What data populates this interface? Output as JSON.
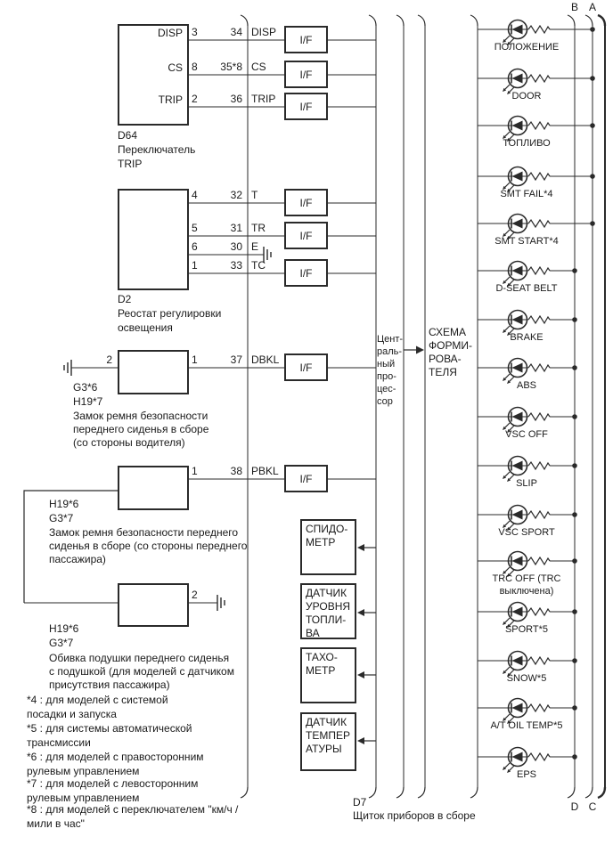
{
  "if_label": "I/F",
  "wire_rows": [
    {
      "pin": "3",
      "wire": "34",
      "signal": "DISP"
    },
    {
      "pin": "8",
      "wire": "35*8",
      "signal": "CS"
    },
    {
      "pin": "2",
      "wire": "36",
      "signal": "TRIP"
    },
    {
      "pin": "4",
      "wire": "32",
      "signal": "T"
    },
    {
      "pin": "5",
      "wire": "31",
      "signal": "TR"
    },
    {
      "pin": "6",
      "wire": "30",
      "signal": "E"
    },
    {
      "pin": "1",
      "wire": "33",
      "signal": "TC"
    },
    {
      "pin": "1",
      "wire": "37",
      "signal": "DBKL"
    },
    {
      "pin": "1",
      "wire": "38",
      "signal": "PBKL"
    }
  ],
  "components": {
    "trip_switch": {
      "caption": "D64\nПереключатель\nTRIP",
      "inner_labels": [
        "DISP",
        "CS",
        "TRIP"
      ]
    },
    "rheostat": {
      "caption": "D2\nРеостат регулировки\nосвещения"
    },
    "driver_buckle": {
      "left_pin": "2",
      "codes": "G3*6\nH19*7",
      "desc": "Замок ремня безопасности\nпереднего сиденья в сборе\n(со стороны водителя)"
    },
    "passenger_buckle": {
      "codes": "H19*6\nG3*7",
      "desc": "Замок ремня безопасности переднего\nсиденья в сборе (со стороны переднего\nпассажира)"
    },
    "seat_cushion": {
      "right_pin": "2",
      "codes": "H19*6\nG3*7",
      "desc": "Обивка подушки переднего сиденья\nс подушкой (для моделей с датчиком\nприсутствия пассажира)"
    }
  },
  "processor": {
    "label": "Цент-\nраль-\nный\nпро-\nцес-\nсор"
  },
  "former": {
    "label": "СХЕМА\nФОРМИ-\nРОВА-\nТЕЛЯ"
  },
  "cluster": {
    "code": "D7",
    "name": "Щиток приборов в сборе"
  },
  "bus_labels": {
    "top": [
      "B",
      "A"
    ],
    "bottom": [
      "D",
      "C"
    ]
  },
  "indicators": [
    {
      "label": "ПОЛОЖЕНИЕ",
      "bus": "A"
    },
    {
      "label": "DOOR",
      "bus": "A"
    },
    {
      "label": "ТОПЛИВО",
      "bus": "A"
    },
    {
      "label": "SMT FAIL*4",
      "bus": "A"
    },
    {
      "label": "SMT START*4",
      "bus": "A"
    },
    {
      "label": "D-SEAT BELT",
      "bus": "B"
    },
    {
      "label": "BRAKE",
      "bus": "B"
    },
    {
      "label": "ABS",
      "bus": "B"
    },
    {
      "label": "VSC OFF",
      "bus": "B"
    },
    {
      "label": "SLIP",
      "bus": "B"
    },
    {
      "label": "VSC SPORT",
      "bus": "B"
    },
    {
      "label": "TRC OFF (TRC\nвыключена)",
      "bus": "B"
    },
    {
      "label": "SPORT*5",
      "bus": "B"
    },
    {
      "label": "SNOW*5",
      "bus": "B"
    },
    {
      "label": "A/T OIL TEMP*5",
      "bus": "B"
    },
    {
      "label": "EPS",
      "bus": "B"
    }
  ],
  "gauges": [
    {
      "label": "СПИДО-\nМЕТР"
    },
    {
      "label": "ДАТЧИК\nУРОВНЯ\nТОПЛИ-\nВА"
    },
    {
      "label": "ТАХО-\nМЕТР"
    },
    {
      "label": "ДАТЧИК\nТЕМПЕР\nАТУРЫ"
    }
  ],
  "footnotes": [
    "*4 : для моделей с системой\nпосадки и запуска",
    "*5 : для системы автоматической\nтрансмиссии",
    "*6 : для моделей с правосторонним\nрулевым управлением",
    "*7 : для моделей с левосторонним\nрулевым управлением",
    "*8 : для моделей с переключателем \"км/ч /\nмили в час\""
  ],
  "colors": {
    "line": "#2a2a2a",
    "text": "#1a1a1a",
    "background": "#ffffff"
  }
}
